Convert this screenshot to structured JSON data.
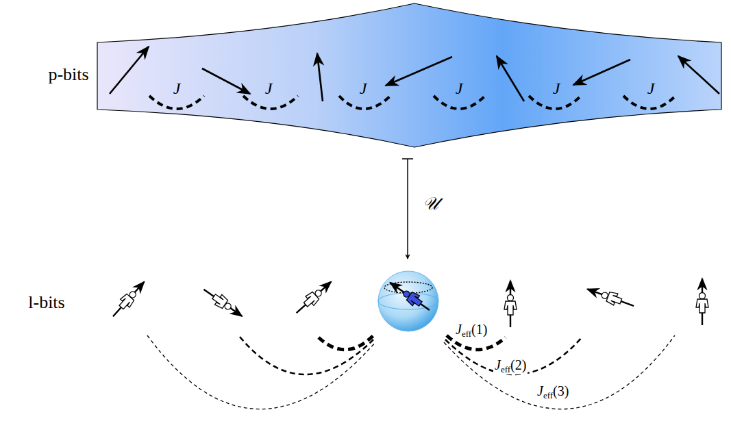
{
  "diagram": {
    "nodes": [
      {
        "text": [
          "p-bits",
          "J",
          "J",
          "J",
          "J",
          "J",
          "J"
        ]
      }
    ],
    "labels": [
      "𝒰",
      "l-bits",
      "Jeff(1)",
      "Jeff(2)",
      "Jeff(3)"
    ]
  }
}
